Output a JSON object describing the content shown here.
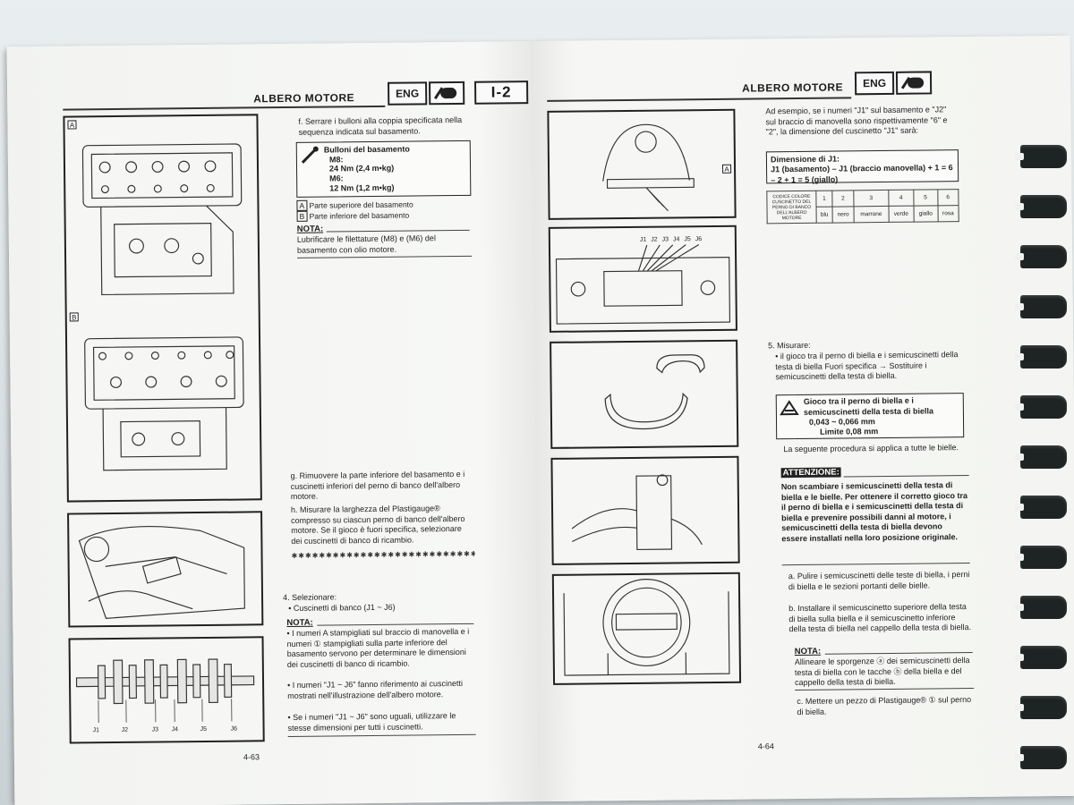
{
  "header": {
    "title_left": "ALBERO MOTORE",
    "title_right": "ALBERO MOTORE",
    "eng_label": "ENG",
    "section_label": "I-2"
  },
  "figures_left": {
    "tag_a": "A",
    "tag_b": "B",
    "crank_labels": [
      "J1",
      "J2",
      "J3",
      "J4",
      "J5",
      "J6"
    ]
  },
  "left_page": {
    "step_f": "f.  Serrare i bulloni alla coppia specificata nella sequenza indicata sul basamento.",
    "spec": {
      "title": "Bulloni del basamento",
      "m8_label": "M8:",
      "m8_value": "24 Nm (2,4 m•kg)",
      "m6_label": "M6:",
      "m6_value": "12 Nm (1,2 m•kg)"
    },
    "legend_a": "Parte superiore del basamento",
    "legend_b": "Parte inferiore del basamento",
    "legend_a_tag": "A",
    "legend_b_tag": "B",
    "note1_heading": "NOTA:",
    "note1_text": "Lubrificare le filettature (M8) e (M6) del basamento con olio motore.",
    "step_g": "g.  Rimuovere la parte inferiore del basamento e i cuscinetti inferiori del perno di banco dell'albero motore.",
    "step_h": "h.  Misurare la larghezza del Plastigauge® compresso su ciascun perno di banco dell'albero motore. Se il gioco è fuori specifica, selezionare dei cuscinetti di banco di ricambio.",
    "step_4": "4. Selezionare:",
    "bullet_4": "•  Cuscinetti di banco (J1 ~ J6)",
    "note2_heading": "NOTA:",
    "note2_b1": "•  I numeri A stampigliati sul braccio di manovella e i numeri ① stampigliati sulla parte inferiore del basamento servono per determinare le dimensioni dei cuscinetti di banco di ricambio.",
    "note2_b2": "•  I numeri \"J1 ~ J6\" fanno riferimento ai cuscinetti mostrati nell'illustrazione dell'albero motore.",
    "note2_b3": "•  Se i numeri \"J1 ~ J6\" sono uguali, utilizzare le stesse dimensioni per tutti i cuscinetti.",
    "page_number": "4-63"
  },
  "figures_right": {
    "tag_a": "A",
    "j_labels": [
      "J1",
      "J2",
      "J3",
      "J4",
      "J5",
      "J6"
    ]
  },
  "right_page": {
    "example": "Ad esempio, se i numeri \"J1\" sul basamento e \"J2\" sul braccio di manovella sono rispettivamente \"6\" e \"2\", la dimensione del cuscinetto \"J1\" sarà:",
    "formula_title": "Dimensione di J1:",
    "formula_text": "J1 (basamento) – J1 (braccio manovella) + 1 = 6 – 2 + 1 = 5 (giallo)",
    "table": {
      "header_cell": "CODICE COLORE CUSCINETTO DEL PERNO DI BANCO DELL'ALBERO MOTORE",
      "numbers": [
        "1",
        "2",
        "3",
        "4",
        "5",
        "6"
      ],
      "colors": [
        "blu",
        "nero",
        "marrone",
        "verde",
        "giallo",
        "rosa"
      ]
    },
    "step_5": "5. Misurare:",
    "bullet_5": "•  il gioco tra il perno di biella e i semicuscinetti della testa di biella Fuori specifica → Sostituire i semicuscinetti della testa di biella.",
    "spec2": {
      "title": "Gioco tra il perno di biella e i semicuscinetti della testa di biella",
      "value": "0,043 ~ 0,066 mm",
      "limit": "Limite 0,08 mm"
    },
    "procedure": "La seguente procedura si applica a tutte le bielle.",
    "caution_heading": "ATTENZIONE:",
    "caution_text": "Non scambiare i semicuscinetti della testa di biella e le bielle. Per ottenere il corretto gioco tra il perno di biella e i semicuscinetti della testa di biella e prevenire possibili danni al motore, i semicuscinetti della testa di biella devono essere installati nella loro posizione originale.",
    "step_a": "a.  Pulire i semicuscinetti delle teste di biella, i perni di biella e le sezioni portanti delle bielle.",
    "step_b": "b.  Installare il semicuscinetto superiore della testa di biella sulla biella e il semicuscinetto inferiore della testa di biella nel cappello della testa di biella.",
    "note_heading": "NOTA:",
    "note_text": "Allineare le sporgenze ⓐ dei semicuscinetti della testa di biella con le tacche ⓑ della biella e del cappello della testa di biella.",
    "step_c": "c.  Mettere un pezzo di Plastigauge® ① sul perno di biella.",
    "page_number": "4-64"
  },
  "colors": {
    "ring": "#1e2324",
    "paper": "#f4f5f3",
    "ink": "#1c1c1c"
  }
}
